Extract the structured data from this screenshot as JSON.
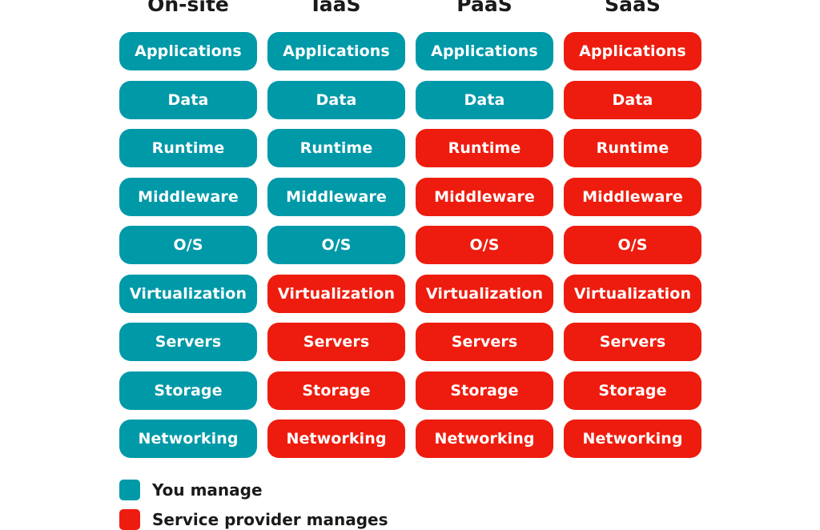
{
  "colors": {
    "you_manage": "#0099A8",
    "provider_manages": "#EE1C0E"
  },
  "columns": [
    {
      "header": "On-site",
      "cells": [
        {
          "label": "Applications",
          "manager": "you"
        },
        {
          "label": "Data",
          "manager": "you"
        },
        {
          "label": "Runtime",
          "manager": "you"
        },
        {
          "label": "Middleware",
          "manager": "you"
        },
        {
          "label": "O/S",
          "manager": "you"
        },
        {
          "label": "Virtualization",
          "manager": "you"
        },
        {
          "label": "Servers",
          "manager": "you"
        },
        {
          "label": "Storage",
          "manager": "you"
        },
        {
          "label": "Networking",
          "manager": "you"
        }
      ]
    },
    {
      "header": "IaaS",
      "cells": [
        {
          "label": "Applications",
          "manager": "you"
        },
        {
          "label": "Data",
          "manager": "you"
        },
        {
          "label": "Runtime",
          "manager": "you"
        },
        {
          "label": "Middleware",
          "manager": "you"
        },
        {
          "label": "O/S",
          "manager": "you"
        },
        {
          "label": "Virtualization",
          "manager": "provider"
        },
        {
          "label": "Servers",
          "manager": "provider"
        },
        {
          "label": "Storage",
          "manager": "provider"
        },
        {
          "label": "Networking",
          "manager": "provider"
        }
      ]
    },
    {
      "header": "PaaS",
      "cells": [
        {
          "label": "Applications",
          "manager": "you"
        },
        {
          "label": "Data",
          "manager": "you"
        },
        {
          "label": "Runtime",
          "manager": "provider"
        },
        {
          "label": "Middleware",
          "manager": "provider"
        },
        {
          "label": "O/S",
          "manager": "provider"
        },
        {
          "label": "Virtualization",
          "manager": "provider"
        },
        {
          "label": "Servers",
          "manager": "provider"
        },
        {
          "label": "Storage",
          "manager": "provider"
        },
        {
          "label": "Networking",
          "manager": "provider"
        }
      ]
    },
    {
      "header": "SaaS",
      "cells": [
        {
          "label": "Applications",
          "manager": "provider"
        },
        {
          "label": "Data",
          "manager": "provider"
        },
        {
          "label": "Runtime",
          "manager": "provider"
        },
        {
          "label": "Middleware",
          "manager": "provider"
        },
        {
          "label": "O/S",
          "manager": "provider"
        },
        {
          "label": "Virtualization",
          "manager": "provider"
        },
        {
          "label": "Servers",
          "manager": "provider"
        },
        {
          "label": "Storage",
          "manager": "provider"
        },
        {
          "label": "Networking",
          "manager": "provider"
        }
      ]
    }
  ],
  "legend": {
    "you_manage": "You manage",
    "provider_manages": "Service provider manages"
  }
}
